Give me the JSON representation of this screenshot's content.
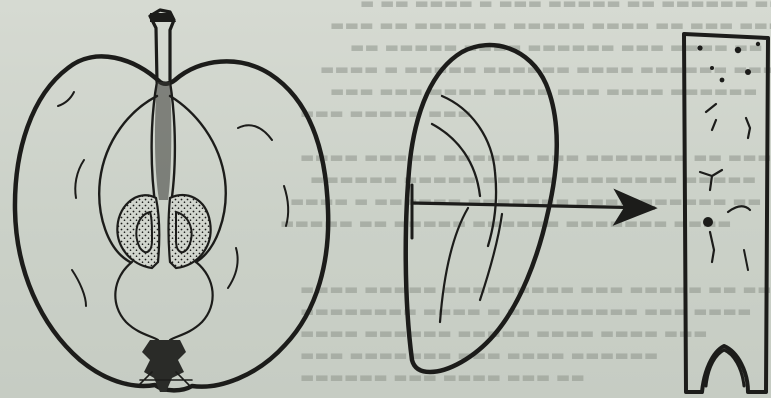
{
  "page": {
    "bleed_through_visible": true
  },
  "figures": [
    {
      "subject": "apple-cross-section"
    },
    {
      "subject": "apple-slice-side-view"
    },
    {
      "subject": "section-strip"
    }
  ],
  "colors": {
    "paper": "#cfd4cc",
    "ink": "#1c1c1a",
    "bleed_text": "#8f958c"
  }
}
